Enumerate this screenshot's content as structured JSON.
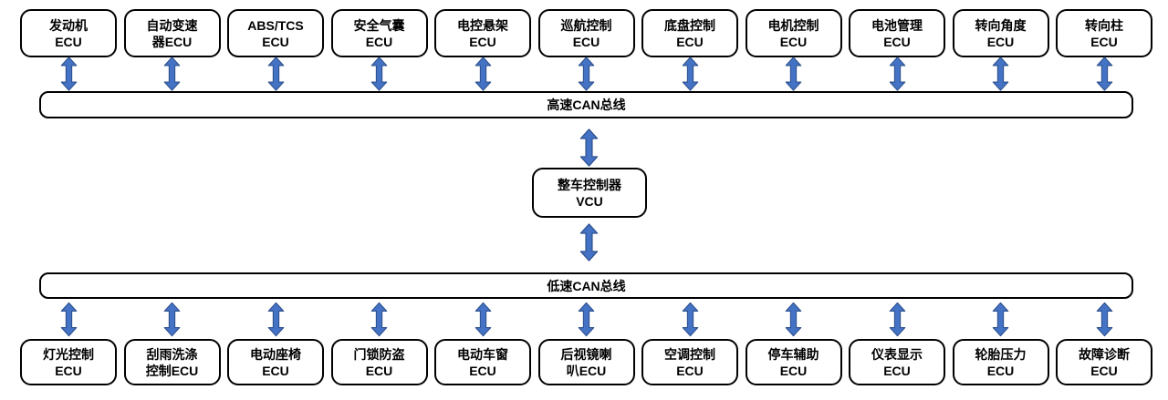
{
  "diagram": {
    "high_speed_bus": {
      "label": "高速CAN总线"
    },
    "low_speed_bus": {
      "label": "低速CAN总线"
    },
    "vcu": {
      "line1": "整车控制器",
      "line2": "VCU"
    },
    "high_speed_ecus": [
      {
        "line1": "发动机",
        "line2": "ECU"
      },
      {
        "line1": "自动变速",
        "line2": "器ECU"
      },
      {
        "line1": "ABS/TCS",
        "line2": "ECU"
      },
      {
        "line1": "安全气囊",
        "line2": "ECU"
      },
      {
        "line1": "电控悬架",
        "line2": "ECU"
      },
      {
        "line1": "巡航控制",
        "line2": "ECU"
      },
      {
        "line1": "底盘控制",
        "line2": "ECU"
      },
      {
        "line1": "电机控制",
        "line2": "ECU"
      },
      {
        "line1": "电池管理",
        "line2": "ECU"
      },
      {
        "line1": "转向角度",
        "line2": "ECU"
      },
      {
        "line1": "转向柱",
        "line2": "ECU"
      }
    ],
    "low_speed_ecus": [
      {
        "line1": "灯光控制",
        "line2": "ECU"
      },
      {
        "line1": "刮雨洗涤",
        "line2": "控制ECU"
      },
      {
        "line1": "电动座椅",
        "line2": "ECU"
      },
      {
        "line1": "门锁防盗",
        "line2": "ECU"
      },
      {
        "line1": "电动车窗",
        "line2": "ECU"
      },
      {
        "line1": "后视镜喇",
        "line2": "叭ECU"
      },
      {
        "line1": "空调控制",
        "line2": "ECU"
      },
      {
        "line1": "停车辅助",
        "line2": "ECU"
      },
      {
        "line1": "仪表显示",
        "line2": "ECU"
      },
      {
        "line1": "轮胎压力",
        "line2": "ECU"
      },
      {
        "line1": "故障诊断",
        "line2": "ECU"
      }
    ],
    "colors": {
      "arrow_fill": "#4472C4",
      "arrow_stroke": "#2F528F",
      "box_border": "#000000",
      "background": "#FFFFFF"
    }
  }
}
